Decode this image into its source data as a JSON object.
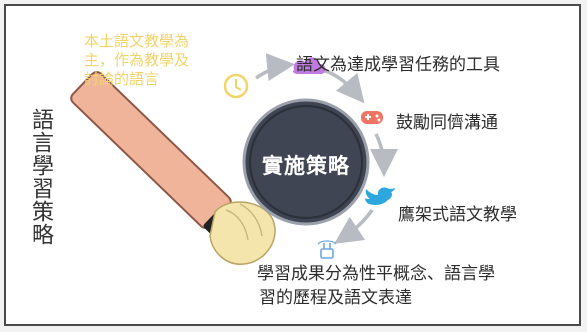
{
  "side_title": "語言學習策略",
  "yellow_note": "本土語文教學為主，作為教學及討論的語言",
  "center_label": "實施策略",
  "items": [
    "語文為達成學習任務的工具",
    "鼓勵同儕溝通",
    "鷹架式語文教學",
    "學習成果分為性平概念、語言學習的歷程及語文表達"
  ],
  "item_lines": [
    "學習成果分為性平概念、語言學",
    "習的歷程及語文表達"
  ],
  "icons": [
    "clock-icon",
    "cloud-icon",
    "gamepad-icon",
    "bird-icon",
    "lab-icon"
  ],
  "colors": {
    "magnifier_lens": "#3f4552",
    "handle": "#f0b49b",
    "yellow_note": "#f0d46a",
    "cloud": "#c07be0",
    "gamepad": "#f07464",
    "bird": "#2ea7df"
  }
}
